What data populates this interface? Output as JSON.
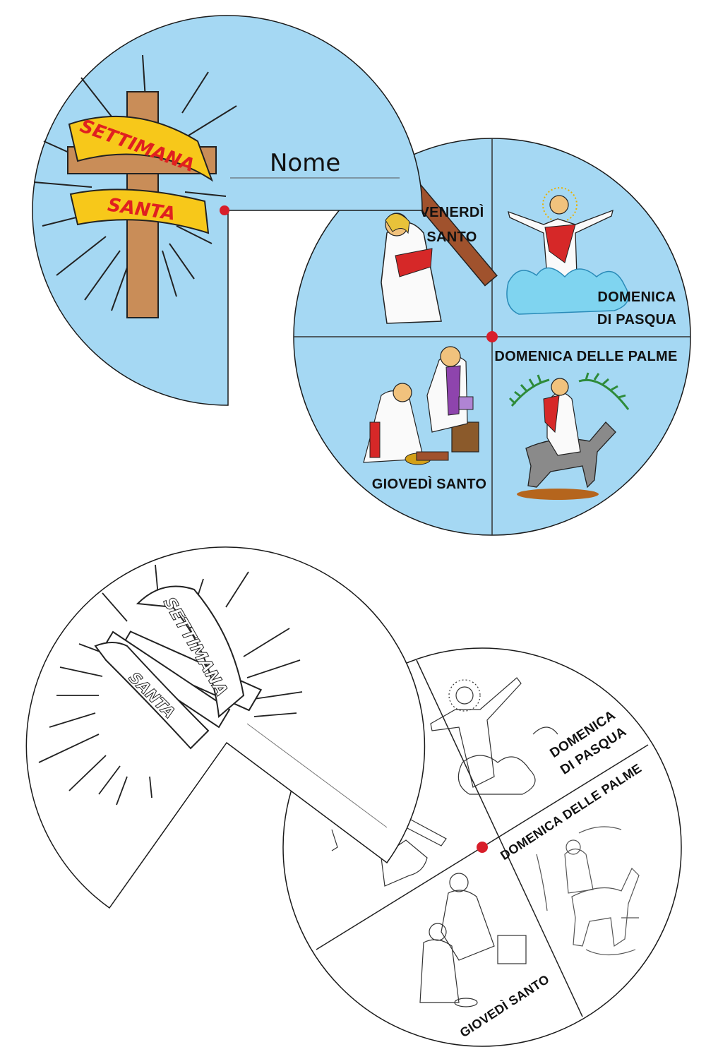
{
  "colors": {
    "wheel_fill": "#a5d8f3",
    "outline": "#1a1a1a",
    "pin": "#d81e2a",
    "cross": "#c98d58",
    "banner": "#f7c81a",
    "banner_text": "#e02020"
  },
  "colored": {
    "banner_top": "SETTIMANA",
    "banner_bottom": "SANTA",
    "name_label": "Nome",
    "sections": {
      "friday": [
        "VENERDÌ",
        "SANTO"
      ],
      "easter": [
        "DOMENICA",
        "DI PASQUA"
      ],
      "thursday": "GIOVEDÌ SANTO",
      "palm": "DOMENICA DELLE PALME"
    },
    "icons": {
      "friday": "jesus-carrying-cross-icon",
      "easter": "risen-jesus-icon",
      "thursday": "washing-of-feet-icon",
      "palm": "jesus-on-donkey-icon"
    }
  },
  "outline": {
    "banner_top": "SETTIMANA",
    "banner_bottom": "SANTA",
    "sections": {
      "easter": [
        "DOMENICA",
        "DI PASQUA"
      ],
      "palm": "DOMENICA DELLE PALME",
      "thursday": "GIOVEDÌ SANTO"
    }
  }
}
